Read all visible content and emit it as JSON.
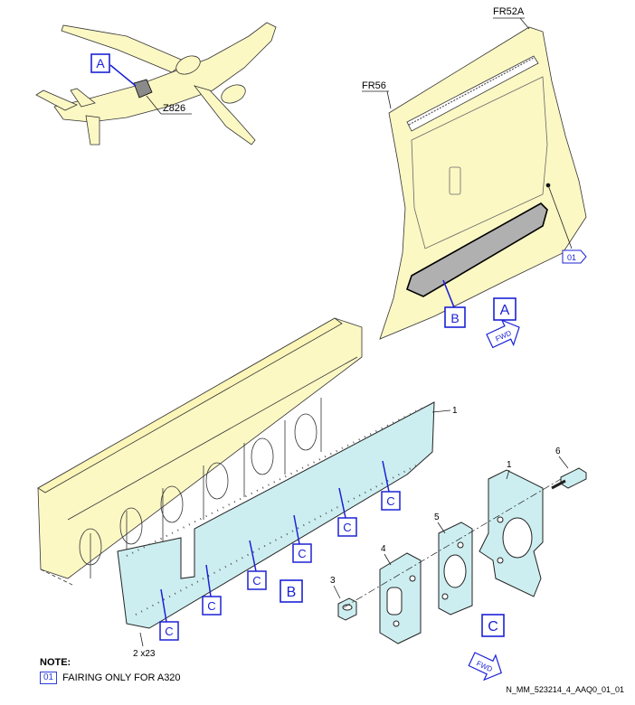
{
  "labels": {
    "fr52a": "FR52A",
    "fr56": "FR56",
    "z826": "Z826",
    "callout_a_aircraft": "A",
    "callout_a_view": "A",
    "callout_b_detail": "B",
    "callout_b_view": "B",
    "callout_c": "C",
    "callout_c_view": "C",
    "tag_01": "01",
    "fwd": "FWD",
    "qty_2x23": "2 x23"
  },
  "item_numbers": {
    "panel": "1",
    "panel_detail": "1",
    "fastener": "6",
    "nutplate": "5",
    "bracket": "4",
    "nut": "3"
  },
  "note": {
    "title": "NOTE:",
    "tag": "01",
    "text": "FAIRING ONLY FOR A320"
  },
  "document_id": "N_MM_523214_4_AAQ0_01_01",
  "colors": {
    "structure_fill": "#fcf8c4",
    "panel_fill": "#cdeef0",
    "callout_blue": "#1b22d6",
    "line": "#222222"
  }
}
